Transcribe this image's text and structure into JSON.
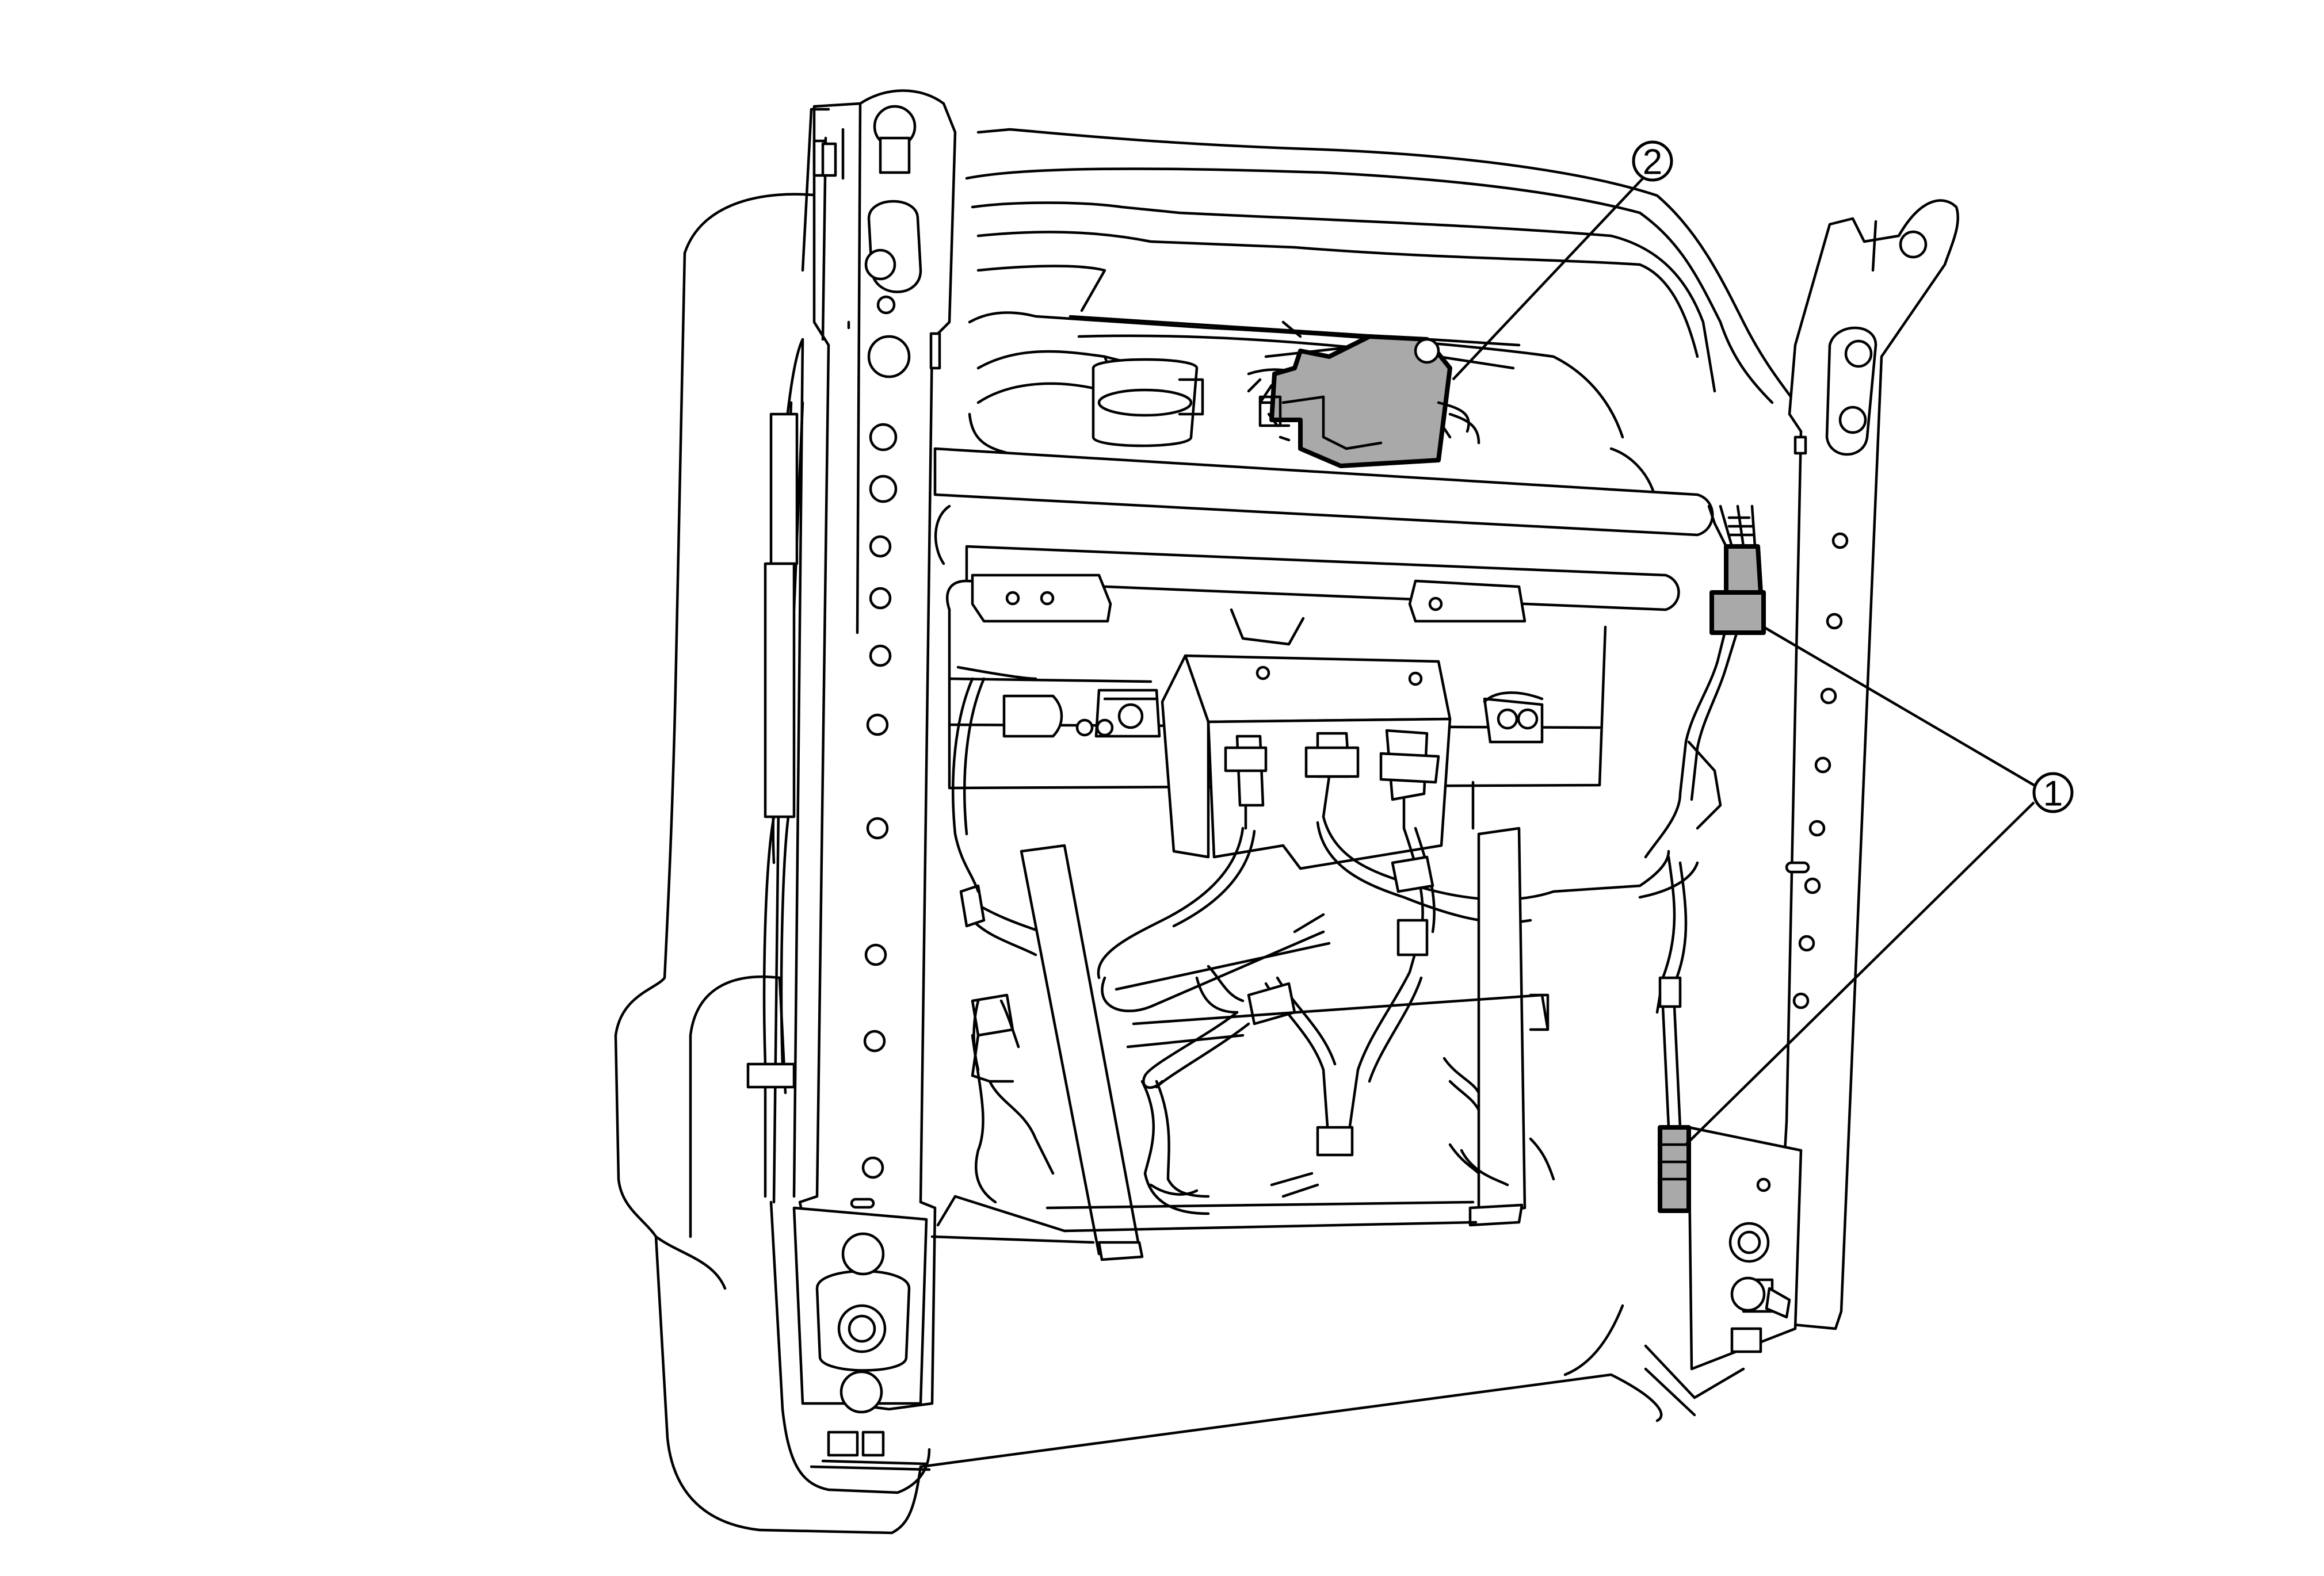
{
  "colors": {
    "line": "#000000",
    "background": "#ffffff",
    "highlight": "#a9a9a9"
  },
  "callouts": [
    {
      "id": "1",
      "label": "1",
      "target": "seat-harness-connectors"
    },
    {
      "id": "2",
      "label": "2",
      "target": "seat-control-module"
    }
  ]
}
